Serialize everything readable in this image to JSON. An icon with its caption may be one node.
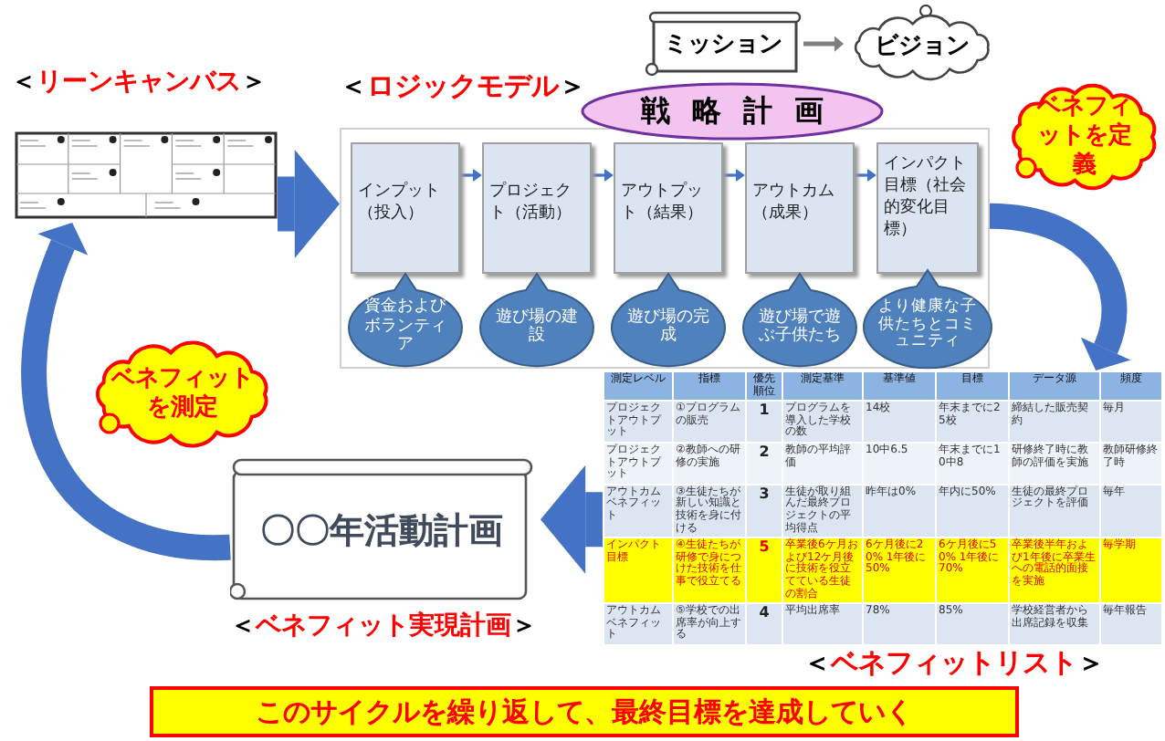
{
  "diagram": {
    "nodes": [
      {
        "text": [
          "＜リーンキャンバス＞"
        ]
      },
      {
        "text": [
          "＜ロジックモデル＞"
        ]
      },
      {
        "text": [
          "インプット（投入）"
        ],
        "in": 1
      },
      {
        "text": [
          "資金およびボランティア"
        ],
        "in": 1
      },
      {
        "text": [
          "プロジェクト（活動）"
        ],
        "in": 1
      },
      {
        "text": [
          "遊び場の建設"
        ],
        "in": 1
      },
      {
        "text": [
          "アウトプット（結果）"
        ],
        "in": 1
      },
      {
        "text": [
          "遊び場の完成"
        ],
        "in": 1
      },
      {
        "text": [
          "アウトカム（成果）"
        ],
        "in": 1
      },
      {
        "text": [
          "遊び場で遊ぶ子供たち"
        ],
        "in": 1
      },
      {
        "text": [
          "インパクト目標（社会的変化目標）"
        ],
        "in": 1
      },
      {
        "text": [
          "より健康な子供たちとコミュニティ"
        ],
        "in": 1
      },
      {
        "text": [
          "ミッション"
        ]
      },
      {
        "text": [
          "ビジョン"
        ]
      },
      {
        "text": [
          "戦略計画"
        ]
      },
      {
        "text": [
          "ベネフィットを定義"
        ]
      },
      {
        "text": [
          "＜ベネフィットリスト＞"
        ]
      },
      {
        "text": [
          "ベネフィットを測定"
        ]
      },
      {
        "text": [
          "〇〇年活動計画",
          "＜ベネフィット実現計画＞"
        ]
      },
      {
        "text": [
          "このサイクルを繰り返して、最終目標を達成していく"
        ]
      }
    ],
    "edges": [
      {
        "from": 0,
        "to": 1,
        "arrow": "to",
        "style": "thick"
      },
      {
        "from": 2,
        "to": 4,
        "arrow": "to"
      },
      {
        "from": 4,
        "to": 6,
        "arrow": "to"
      },
      {
        "from": 6,
        "to": 8,
        "arrow": "to"
      },
      {
        "from": 8,
        "to": 10,
        "arrow": "to"
      },
      {
        "from": 12,
        "to": 13,
        "arrow": "to",
        "color": "#7f7f7f"
      },
      {
        "from": 1,
        "to": 16,
        "arrow": "to",
        "style": "thick"
      },
      {
        "from": 16,
        "to": 18,
        "arrow": "to",
        "style": "thick"
      },
      {
        "from": 18,
        "to": 0,
        "arrow": "to",
        "style": "thick"
      }
    ],
    "labels": [
      "測定レベル",
      "指標",
      "優先順位",
      "測定基準",
      "基準値",
      "目標",
      "データ源",
      "頻度",
      "プロジェクトアウトプット",
      "①プログラムの販売",
      "1",
      "プログラムを導入した学校の数",
      "14校",
      "年末までに25校",
      "締結した販売契約",
      "毎月",
      "プロジェクトアウトプット",
      "②教師への研修の実施",
      "2",
      "教師の平均評価",
      "10中6.5",
      "年末までに10中8",
      "研修終了時に教師の評価を実施",
      "教師研修終了時",
      "アウトカムベネフィット",
      "③生徒たちが新しい知識と技術を身に付ける",
      "3",
      "生徒が取り組んだ最終プロジェクトの平均得点",
      "昨年は0%",
      "年内に50%",
      "生徒の最終プロジェクトを評価",
      "毎年",
      "インパクト目標",
      "④生徒たちが研修で身につけた技術を仕事で役立てる",
      "5",
      "卒業後6ケ月および12ケ月後に技術を役立てている生徒の割合",
      "6ケ月後に20% 1年後に50%",
      "6ケ月後に50% 1年後に70%",
      "卒業後半年および1年後に卒業生への電話的面接を実施",
      "毎学期",
      "アウトカムベネフィット",
      "⑤学校での出席率が向上する",
      "4",
      "平均出席率",
      "78%",
      "85%",
      "学校経営者から出席記録を収集",
      "毎年報告"
    ]
  }
}
